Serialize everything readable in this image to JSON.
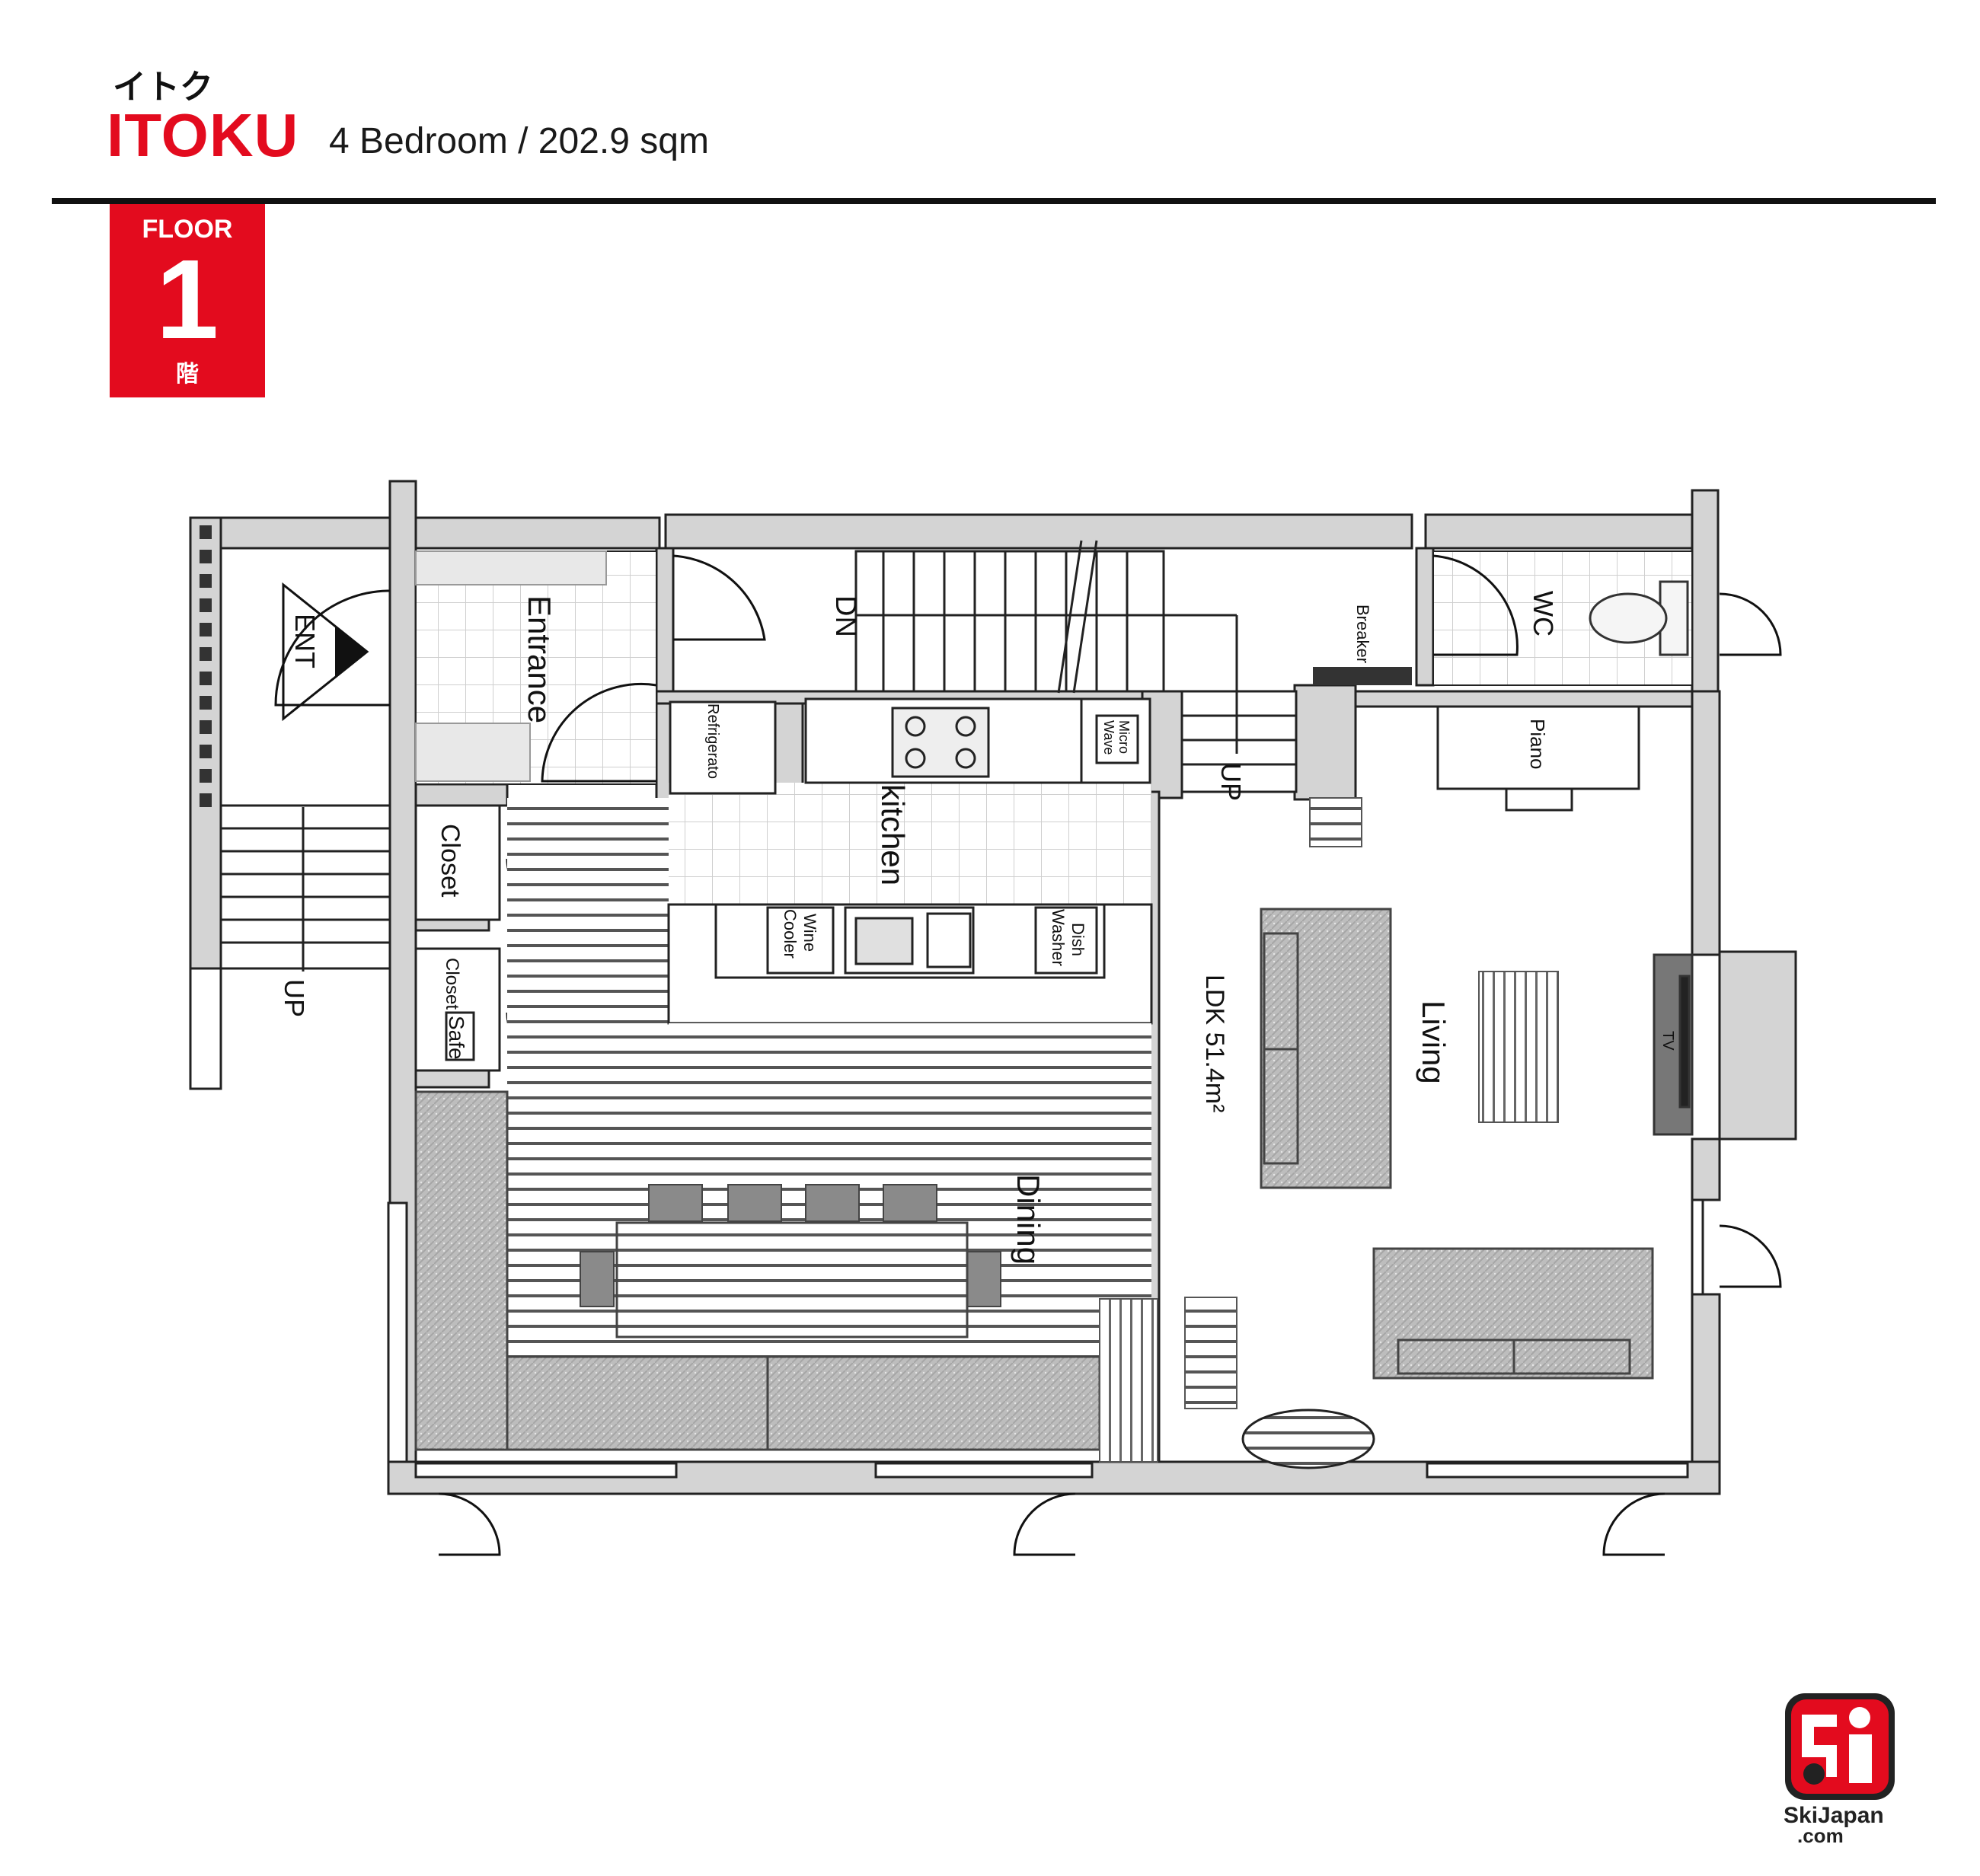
{
  "header": {
    "kana": "イトク",
    "title": "ITOKU",
    "subtitle": "4 Bedroom / 202.9 sqm"
  },
  "floor_badge": {
    "label": "FLOOR",
    "number": "1",
    "kanji": "階"
  },
  "rooms": {
    "entrance": "Entrance",
    "ent": "ENT",
    "stairs_up_left": "UP",
    "stairs_dn": "DN",
    "stairs_up_center": "UP",
    "closet_1": "Closet",
    "closet_2": "Closet",
    "safe": "Safe",
    "refrigerator": "Refrigerato",
    "micro_1": "Micro",
    "micro_2": "Wave",
    "kitchen": "kitchen",
    "wine_1": "Wine",
    "wine_2": "Cooler",
    "dish_1": "Dish",
    "dish_2": "Washer",
    "breaker": "Breaker",
    "wc": "WC",
    "piano": "Piano",
    "ldk": "LDK  51.4m²",
    "living": "Living",
    "tv": "TV",
    "dining": "Dining"
  },
  "logo": {
    "line1": "SkiJapan",
    "line2": ".com"
  },
  "colors": {
    "brand_red": "#e30b1e",
    "wall_gray": "#d4d4d4",
    "furniture_gray": "#b8b8b8"
  }
}
